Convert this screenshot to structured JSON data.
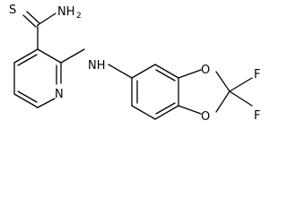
{
  "molecule": {
    "labels": {
      "sulfur": "S",
      "amide_nitrogen": "NH",
      "amide_h_count": "2",
      "amine": "NH",
      "ring_nitrogen": "N",
      "oxygen_top": "O",
      "oxygen_bottom": "O",
      "fluorine_top": "F",
      "fluorine_bottom": "F"
    },
    "colors": {
      "bond": "#000000",
      "text": "#000000",
      "background": "#ffffff"
    }
  }
}
